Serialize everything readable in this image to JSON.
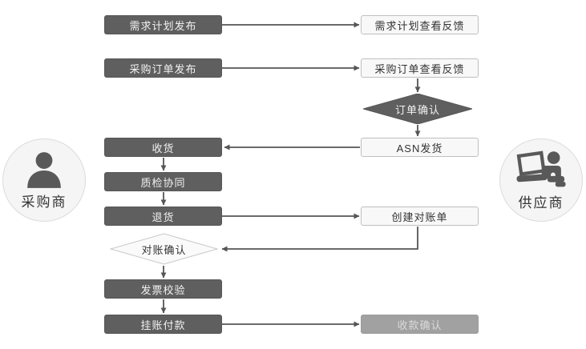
{
  "actors": {
    "buyer": {
      "label": "采购商",
      "icon": "person-icon"
    },
    "supplier": {
      "label": "供应商",
      "icon": "person-laptop-icon"
    }
  },
  "nodes": {
    "demand_plan_publish": {
      "label": "需求计划发布",
      "shape": "process",
      "style": "dark"
    },
    "purchase_order_publish": {
      "label": "采购订单发布",
      "shape": "process",
      "style": "dark"
    },
    "receive_goods": {
      "label": "收货",
      "shape": "process",
      "style": "dark"
    },
    "quality_inspection": {
      "label": "质检协同",
      "shape": "process",
      "style": "dark"
    },
    "return_goods": {
      "label": "退货",
      "shape": "process",
      "style": "dark"
    },
    "reconciliation_confirm": {
      "label": "对账确认",
      "shape": "decision",
      "style": "light"
    },
    "invoice_verification": {
      "label": "发票校验",
      "shape": "process",
      "style": "dark"
    },
    "account_payment": {
      "label": "挂账付款",
      "shape": "process",
      "style": "dark"
    },
    "demand_plan_feedback": {
      "label": "需求计划查看反馈",
      "shape": "process",
      "style": "light"
    },
    "purchase_order_feedback": {
      "label": "采购订单查看反馈",
      "shape": "process",
      "style": "light"
    },
    "order_confirm": {
      "label": "订单确认",
      "shape": "decision",
      "style": "dark"
    },
    "asn_shipment": {
      "label": "ASN发货",
      "shape": "process",
      "style": "light"
    },
    "create_statement": {
      "label": "创建对账单",
      "shape": "process",
      "style": "light"
    },
    "payment_receipt_confirm": {
      "label": "收款确认",
      "shape": "process",
      "style": "muted"
    }
  },
  "edges": [
    {
      "from": "demand_plan_publish",
      "to": "demand_plan_feedback"
    },
    {
      "from": "purchase_order_publish",
      "to": "purchase_order_feedback"
    },
    {
      "from": "purchase_order_feedback",
      "to": "order_confirm"
    },
    {
      "from": "order_confirm",
      "to": "asn_shipment"
    },
    {
      "from": "asn_shipment",
      "to": "receive_goods"
    },
    {
      "from": "receive_goods",
      "to": "quality_inspection"
    },
    {
      "from": "quality_inspection",
      "to": "return_goods"
    },
    {
      "from": "return_goods",
      "to": "create_statement"
    },
    {
      "from": "create_statement",
      "to": "reconciliation_confirm"
    },
    {
      "from": "reconciliation_confirm",
      "to": "invoice_verification"
    },
    {
      "from": "invoice_verification",
      "to": "account_payment"
    },
    {
      "from": "account_payment",
      "to": "payment_receipt_confirm"
    }
  ],
  "colors": {
    "dark_node_bg": "#5f5f5f",
    "dark_node_text": "#f2f2f2",
    "light_node_bg": "#f8f8f8",
    "light_node_border": "#bfbfbf",
    "light_node_text": "#333333",
    "muted_node_bg": "#a1a1a1",
    "muted_node_text": "#dadada",
    "connector": "#555555",
    "actor_circle_bg": "#f5f5f5",
    "actor_circle_border": "#dcdcdc",
    "icon_color": "#595959"
  }
}
